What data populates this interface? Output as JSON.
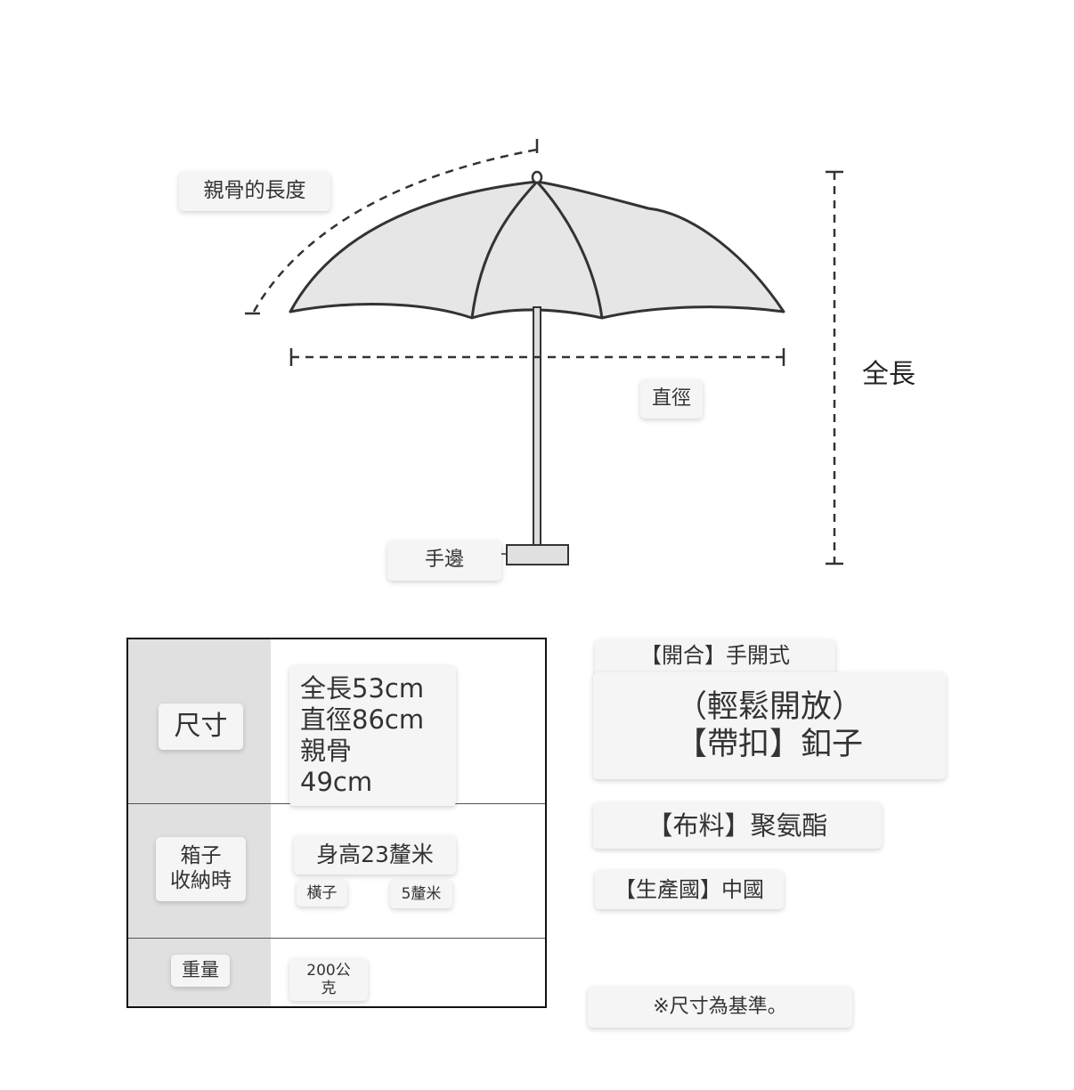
{
  "diagram": {
    "rib_label": "親骨的長度",
    "total_length_label": "全長",
    "diameter_label": "直徑",
    "handle_label": "手邊"
  },
  "spec": {
    "size": {
      "label": "尺寸",
      "line1": "全長53cm",
      "line2": "直徑86cm",
      "line3": "親骨",
      "line4": "49cm"
    },
    "case": {
      "label_line1": "箱子",
      "label_line2": "收納時",
      "height": "身高23釐米",
      "width_label": "橫子",
      "width_value": "5釐米"
    },
    "weight": {
      "label": "重量",
      "value_line1": "200公",
      "value_line2": "克"
    }
  },
  "notes": {
    "open_type": "【開合】手開式",
    "relaxed_line1": "（輕鬆開放）",
    "relaxed_line2": "【帶扣】釦子",
    "fabric": "【布料】聚氨酯",
    "origin": "【生產國】中國",
    "disclaimer": "※尺寸為基準。"
  },
  "colors": {
    "canopy_fill": "#e6e6e6",
    "outline": "#333333",
    "table_label_bg": "#e0e0e0"
  }
}
